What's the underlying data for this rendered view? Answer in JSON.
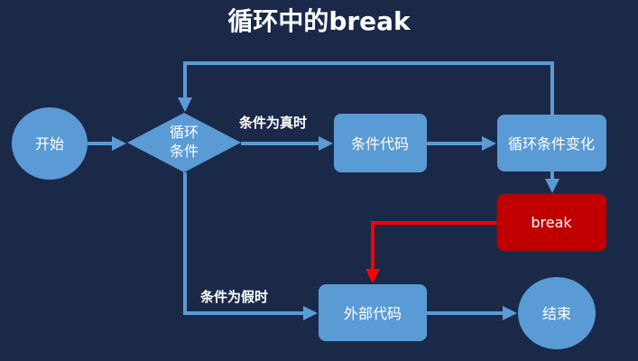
{
  "title": "循环中的break",
  "nodes": {
    "start": "开始",
    "condition_line1": "循环",
    "condition_line2": "条件",
    "body": "条件代码",
    "update": "循环条件变化",
    "break": "break",
    "outer": "外部代码",
    "end": "结束"
  },
  "labels": {
    "true_branch": "条件为真时",
    "false_branch": "条件为假时"
  },
  "colors": {
    "background": "#1b2949",
    "node": "#5b9bd5",
    "break": "#c00000",
    "break_arrow": "#ff0000"
  }
}
